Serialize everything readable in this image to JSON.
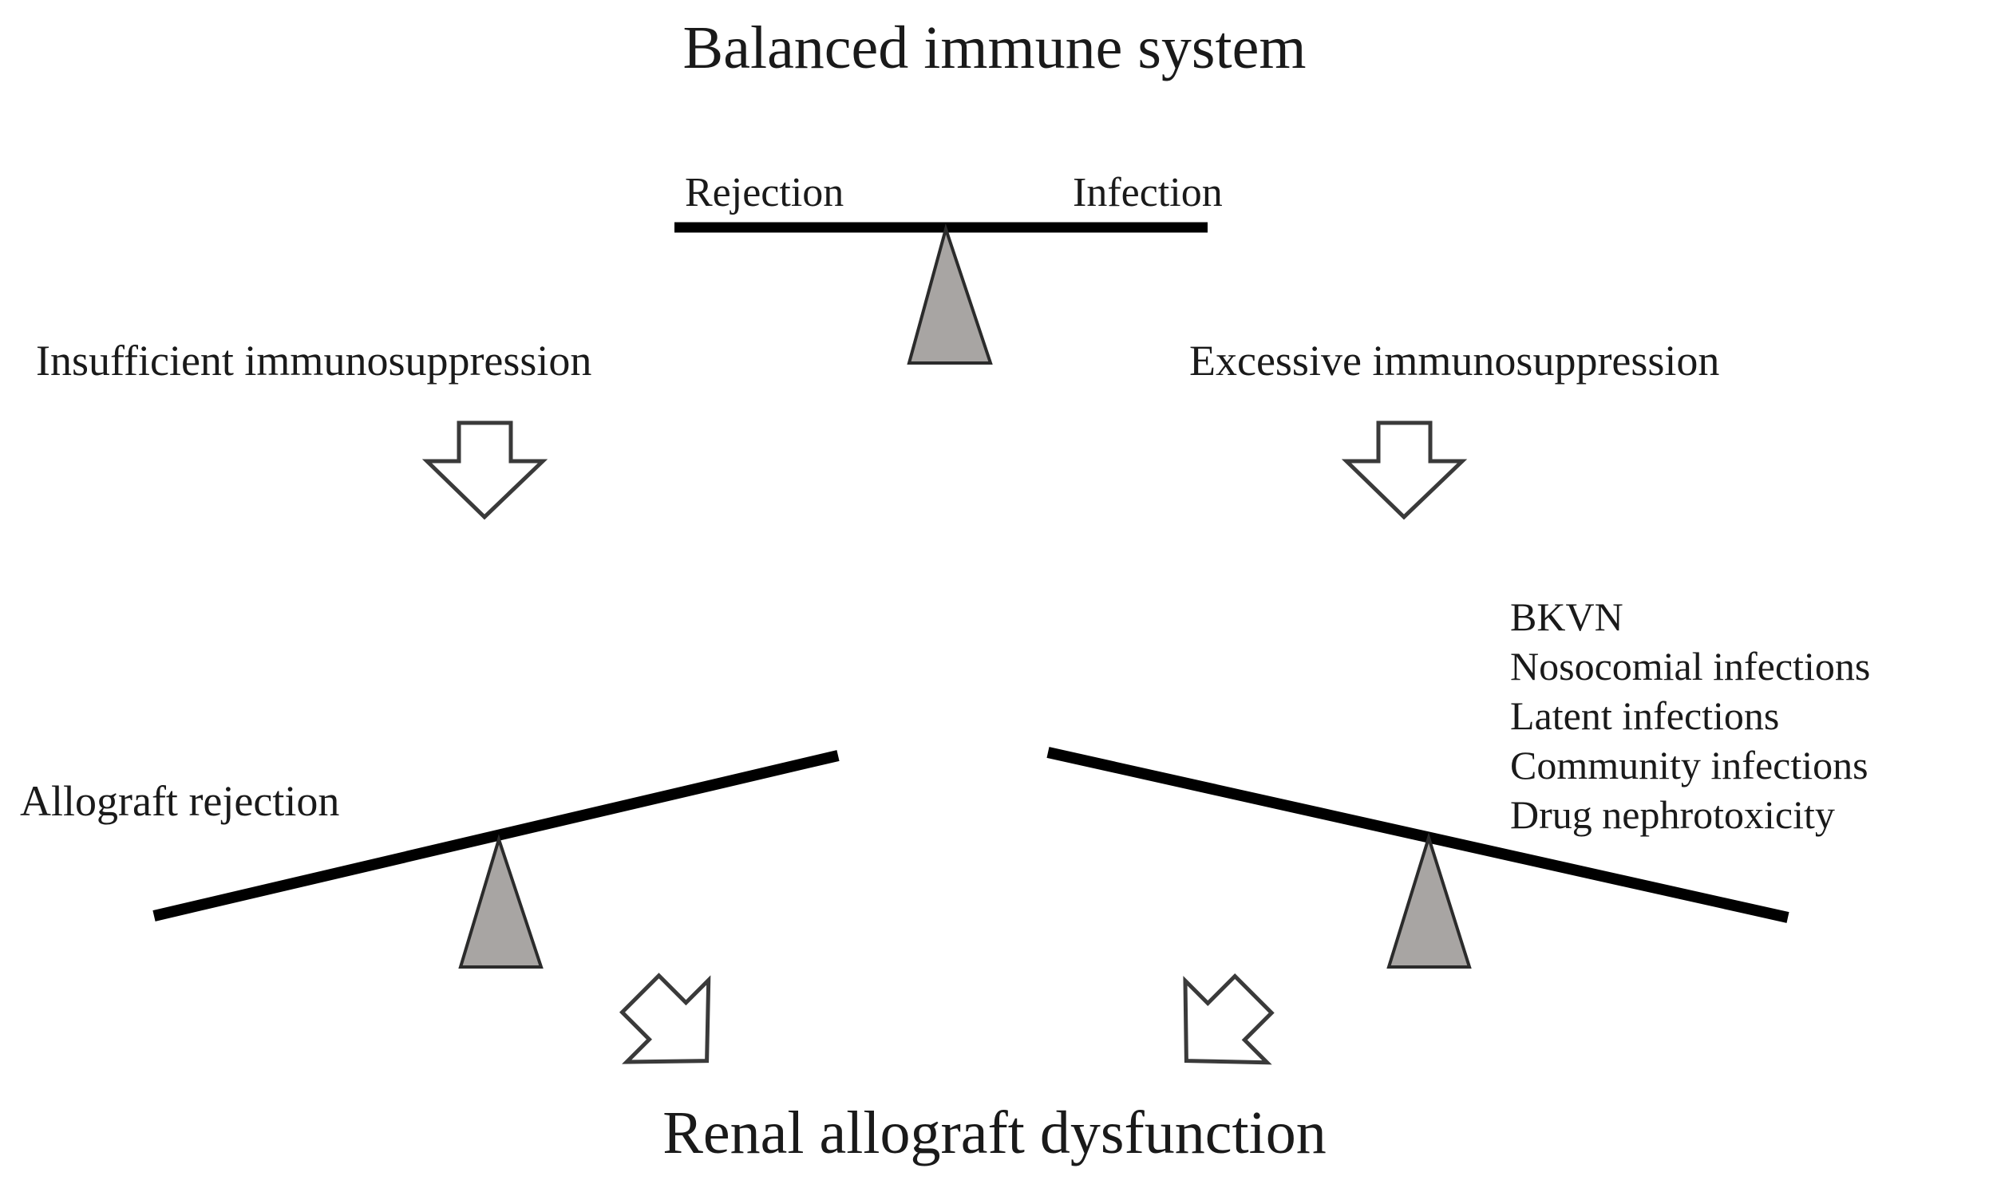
{
  "figure": {
    "top_title": "Balanced immune system",
    "bottom_title": "Renal allograft dysfunction"
  },
  "top_balance": {
    "left_label": "Rejection",
    "right_label": "Infection",
    "fulcrum_color": "#a8a5a3",
    "beam_color": "#000000",
    "state": "level"
  },
  "branches": {
    "left": {
      "cause_label": "Insufficient immunosuppression",
      "arrow_icon": "down-arrow-icon",
      "outcome_label": "Allograft rejection",
      "tilt": "left-side-down"
    },
    "right": {
      "cause_label": "Excessive immunosuppression",
      "arrow_icon": "down-arrow-icon",
      "tilt": "right-side-down",
      "outcomes": [
        "BKVN",
        "Nosocomial infections",
        "Latent infections",
        "Community infections",
        "Drug nephrotoxicity"
      ]
    }
  },
  "converge": {
    "left_arrow_icon": "down-right-arrow-icon",
    "right_arrow_icon": "down-left-arrow-icon"
  },
  "colors": {
    "background": "#ffffff",
    "text": "#1a1a1a",
    "line": "#000000",
    "fulcrum_fill": "#a8a5a3",
    "fulcrum_stroke": "#2b2b2b",
    "arrow_stroke": "#3a3a3a",
    "arrow_fill": "#ffffff"
  }
}
